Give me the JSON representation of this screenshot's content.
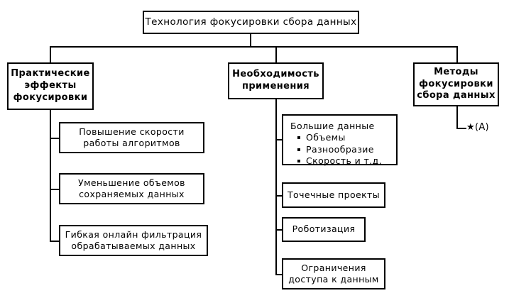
{
  "diagram": {
    "title_box": {
      "lines": [
        "Технология фокусировки сбора данных"
      ]
    },
    "branches": [
      {
        "id": "practical-effects",
        "lines": [
          "Практические",
          "эффекты",
          "фокусировки"
        ],
        "children": [
          {
            "id": "speed",
            "lines": [
              "Повышение скорости",
              "работы алгоритмов"
            ]
          },
          {
            "id": "volume",
            "lines": [
              "Уменьшение объемов",
              "сохраняемых данных"
            ]
          },
          {
            "id": "filtering",
            "lines": [
              "Гибкая онлайн фильтрация",
              "обрабатываемых данных"
            ]
          }
        ]
      },
      {
        "id": "necessity",
        "lines": [
          "Необходимость",
          "применения"
        ],
        "children": [
          {
            "id": "big-data",
            "header": "Большие данные",
            "bullets": [
              "Объемы",
              "Разнообразие",
              "Скорость и т.д."
            ]
          },
          {
            "id": "point-projects",
            "lines": [
              "Точечные проекты"
            ]
          },
          {
            "id": "robotization",
            "lines": [
              "Роботизация"
            ]
          },
          {
            "id": "access-limits",
            "lines": [
              "Ограничения",
              "доступа к данным"
            ]
          }
        ]
      },
      {
        "id": "methods",
        "lines": [
          "Методы",
          "фокусировки",
          "сбора данных"
        ],
        "annotation": "★(A)"
      }
    ],
    "colors": {
      "line": "#000000",
      "box_fill": "#ffffff",
      "text": "#000000"
    }
  }
}
